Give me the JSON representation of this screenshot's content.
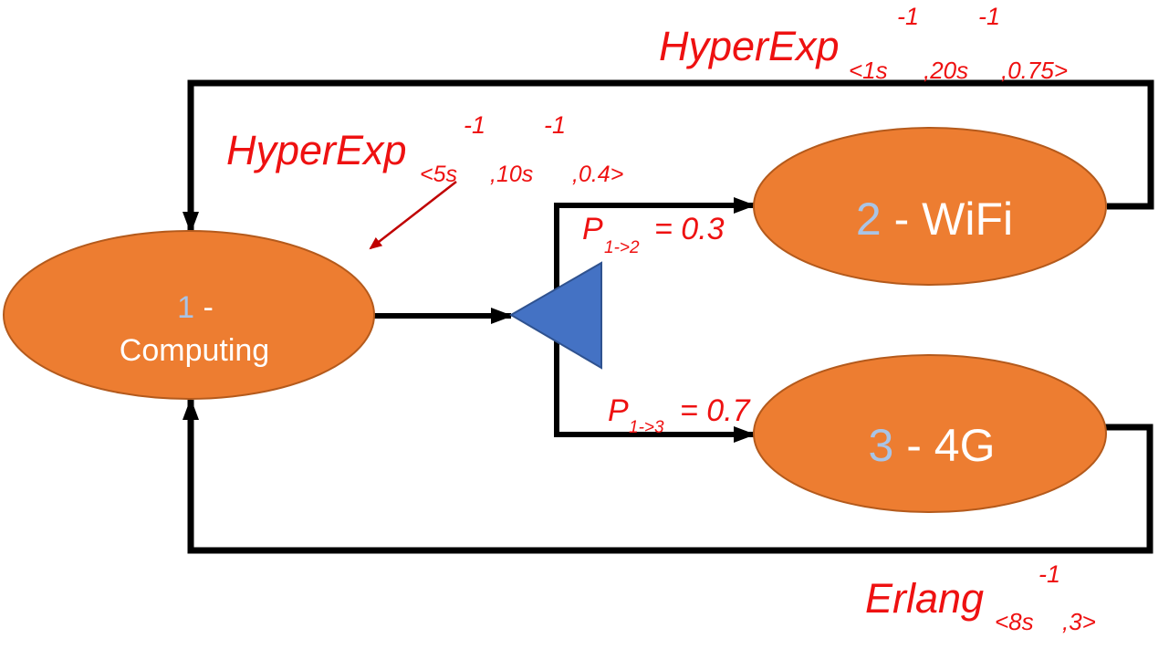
{
  "nodes": {
    "computing": {
      "number": "1",
      "label_tail": " -",
      "label_line2": "Computing"
    },
    "wifi": {
      "number": "2",
      "label_tail": " - WiFi"
    },
    "lte": {
      "number": "3",
      "label_tail": " - 4G"
    }
  },
  "labels": {
    "top_right": {
      "name": "HyperExp",
      "sup1": "-1",
      "sup2": "-1",
      "sub1": "<1s",
      "sub2": ",20s",
      "sub3": ",0.75>"
    },
    "top_left": {
      "name": "HyperExp",
      "sup1": "-1",
      "sup2": "-1",
      "sub1": "<5s",
      "sub2": ",10s",
      "sub3": ",0.4>"
    },
    "bottom": {
      "name": "Erlang",
      "sup1": "-1",
      "sub1": "<8s",
      "sub2": ",3>"
    },
    "p12": {
      "p": "P",
      "sub": "1->2",
      "rest": "= 0.3"
    },
    "p13": {
      "p": "P",
      "sub": "1->3",
      "rest": "= 0.7"
    }
  },
  "colors": {
    "node_fill": "#ed7d31",
    "node_stroke": "#b45a1c",
    "node_number": "#a9c4e6",
    "router_fill": "#4472c4",
    "label_red": "#ee1111",
    "arrow_dark_red": "#c00000",
    "line": "#000000"
  }
}
